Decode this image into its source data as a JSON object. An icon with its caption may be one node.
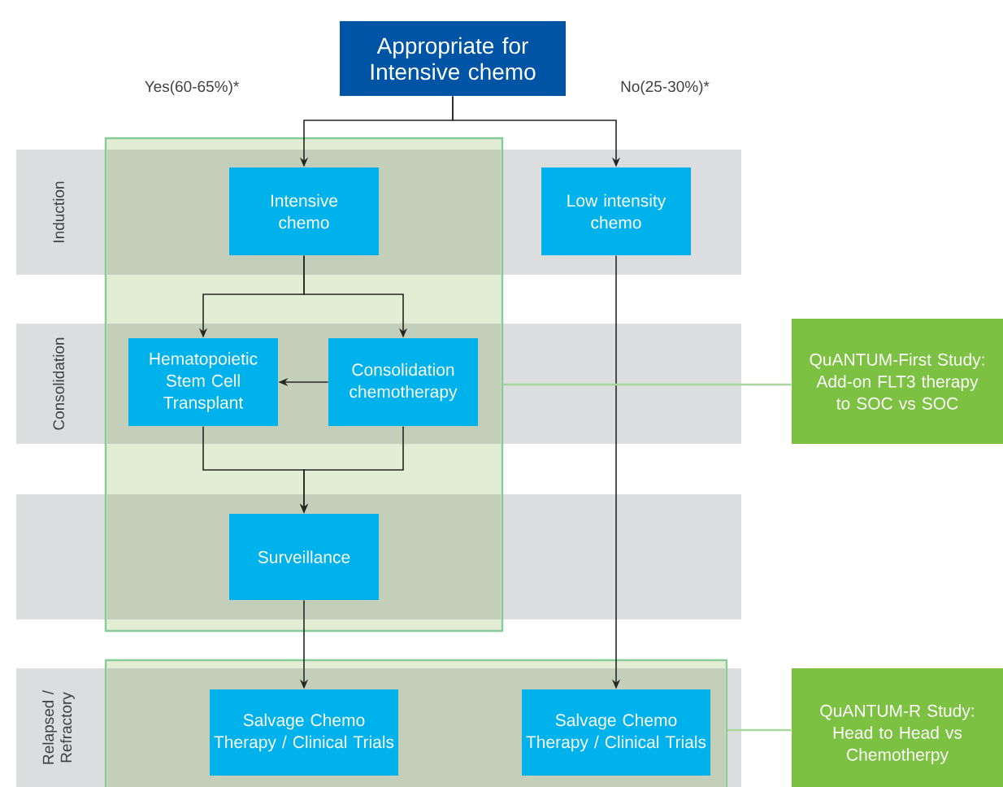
{
  "diagram": {
    "nodes": [
      {
        "text": [
          "Appropriate for Intensive chemo"
        ]
      },
      {
        "text": [],
        "shape": "box"
      },
      {
        "text": [
          "Intensive chemo"
        ],
        "in": 1
      },
      {
        "text": [
          "Low intensity chemo"
        ]
      },
      {
        "text": [
          "Hematopoietic Stem Cell Transplant"
        ],
        "in": 1
      },
      {
        "text": [
          "Consolidation chemotherapy"
        ],
        "in": 1
      },
      {
        "text": [
          "Surveillance"
        ],
        "in": 1
      },
      {
        "text": [],
        "shape": "box"
      },
      {
        "text": [
          "Salvage Chemo Therapy / Clinical Trials"
        ],
        "in": 7
      },
      {
        "text": [
          "Salvage Chemo Therapy / Clinical Trials"
        ],
        "in": 7
      },
      {
        "text": [
          "QuANTUM-First Study: Add-on FLT3 therapy to SOC vs SOC"
        ]
      },
      {
        "text": [
          "QuANTUM-R Study: Head to Head vs Chemotherpy"
        ]
      }
    ],
    "edges": [
      {
        "from": 0,
        "to": 2,
        "arrow": "to",
        "label": "Yes(60-65%)*"
      },
      {
        "from": 0,
        "to": 3,
        "arrow": "to",
        "label": "No(25-30%)*"
      },
      {
        "from": 2,
        "to": 4,
        "arrow": "to"
      },
      {
        "from": 2,
        "to": 5,
        "arrow": "to"
      },
      {
        "from": 5,
        "to": 4,
        "arrow": "to"
      },
      {
        "from": 4,
        "to": 6,
        "arrow": "to"
      },
      {
        "from": 5,
        "to": 6,
        "arrow": "to"
      },
      {
        "from": 6,
        "to": 8,
        "arrow": "to"
      },
      {
        "from": 3,
        "to": 9,
        "arrow": "to"
      },
      {
        "from": 1,
        "to": 10,
        "arrow": "none",
        "color": "#a8d59b"
      },
      {
        "from": 7,
        "to": 11,
        "arrow": "none",
        "color": "#a8d59b"
      }
    ],
    "labels": [
      "Induction",
      "Consolidation",
      "Relapsed / Refractory"
    ]
  }
}
